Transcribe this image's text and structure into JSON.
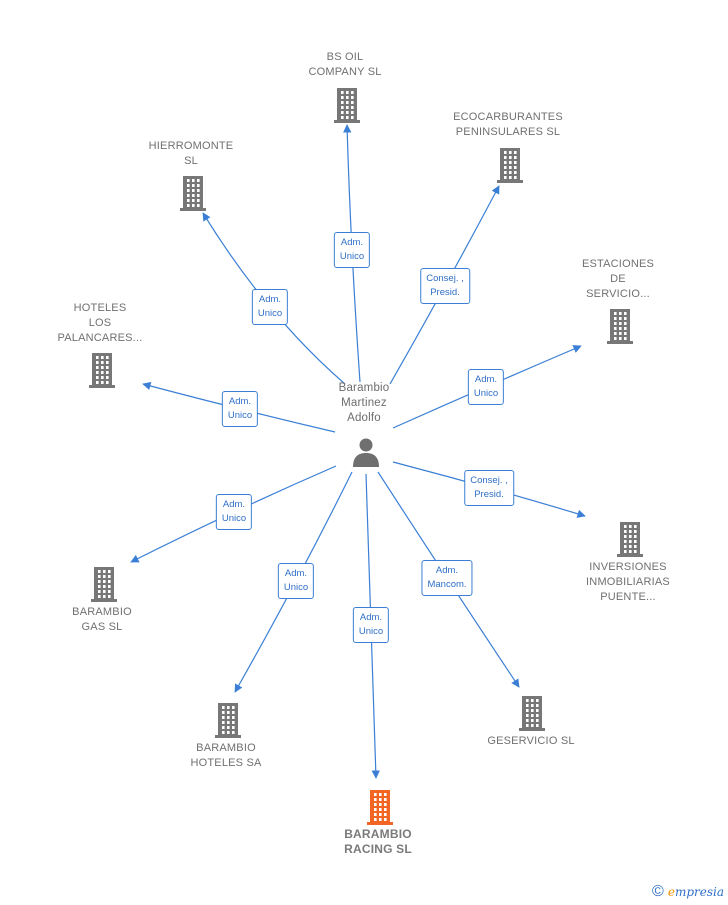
{
  "center": {
    "label": "Barambio\nMartinez\nAdolfo"
  },
  "nodes": [
    {
      "id": "bs-oil",
      "label": "BS OIL\nCOMPANY SL",
      "role": "Adm.\nUnico",
      "highlight": false
    },
    {
      "id": "ecocarburantes",
      "label": "ECOCARBURANTES\nPENINSULARES SL",
      "role": "Consej. ,\nPresid.",
      "highlight": false
    },
    {
      "id": "estaciones",
      "label": "ESTACIONES\nDE\nSERVICIO...",
      "role": "Adm.\nUnico",
      "highlight": false
    },
    {
      "id": "inversiones",
      "label": "INVERSIONES\nINMOBILIARIAS\nPUENTE...",
      "role": "Consej. ,\nPresid.",
      "highlight": false
    },
    {
      "id": "geservicio",
      "label": "GESERVICIO SL",
      "role": "Adm.\nMancom.",
      "highlight": false
    },
    {
      "id": "racing",
      "label": "BARAMBIO\nRACING  SL",
      "role": "Adm.\nUnico",
      "highlight": true
    },
    {
      "id": "hoteles-sa",
      "label": "BARAMBIO\nHOTELES SA",
      "role": "Adm.\nUnico",
      "highlight": false
    },
    {
      "id": "gas",
      "label": "BARAMBIO\nGAS SL",
      "role": "Adm.\nUnico",
      "highlight": false
    },
    {
      "id": "palancares",
      "label": "HOTELES\nLOS\nPALANCARES...",
      "role": "Adm.\nUnico",
      "highlight": false
    },
    {
      "id": "hierromonte",
      "label": "HIERROMONTE\nSL",
      "role": "Adm.\nUnico",
      "highlight": false
    }
  ],
  "colors": {
    "edge": "#3a7fd5",
    "building": "#777777",
    "highlight": "#f26522"
  },
  "footer": {
    "copyright_symbol": "©",
    "brand_initial": "e",
    "brand_rest": "mpresia"
  }
}
